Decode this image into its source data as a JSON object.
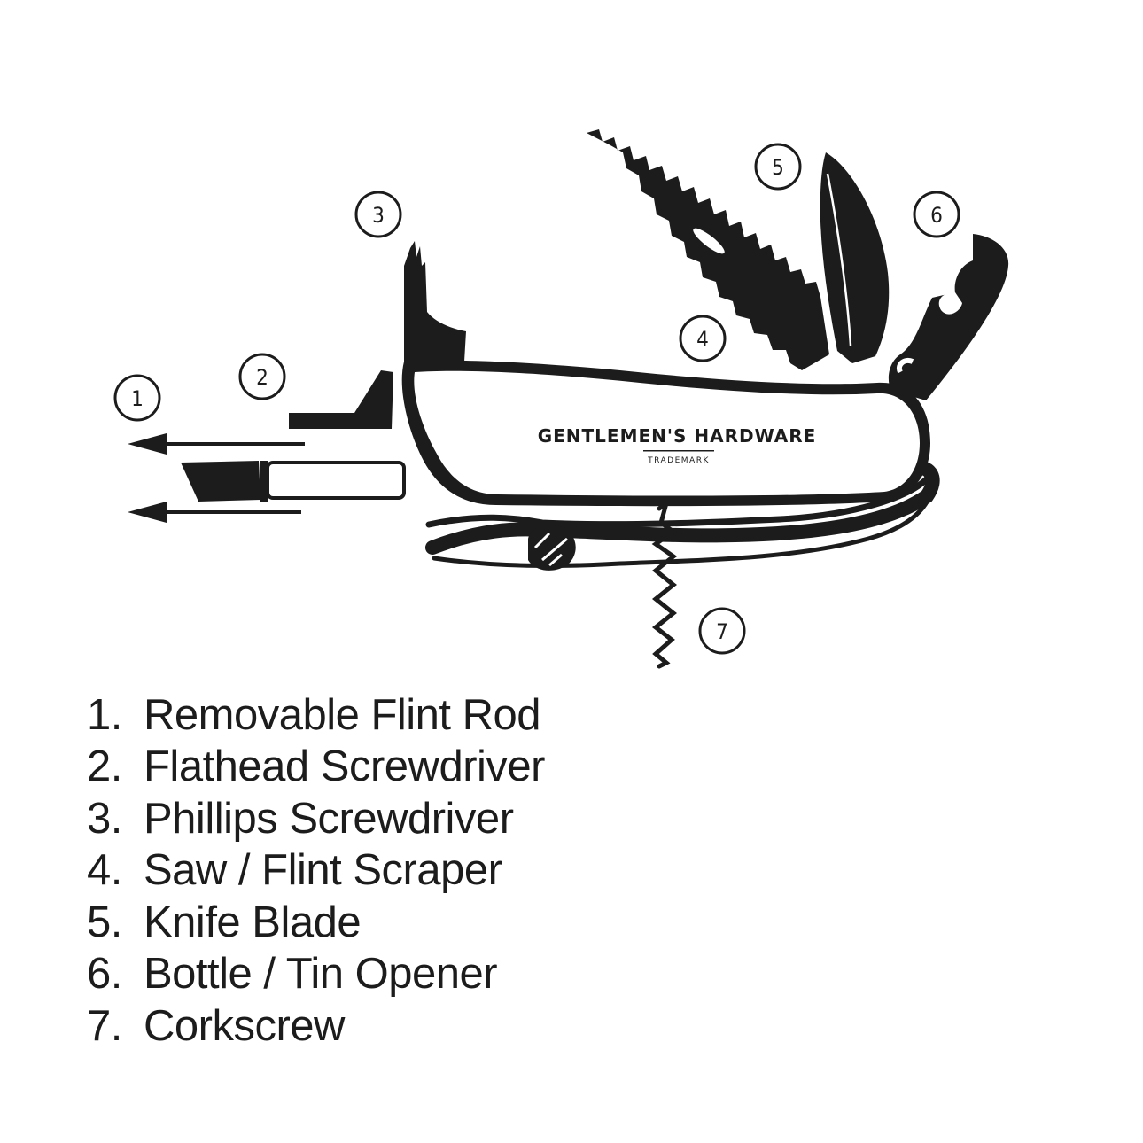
{
  "diagram": {
    "brand_name": "GENTLEMEN'S HARDWARE",
    "brand_sub": "TRADEMARK",
    "callouts": [
      "1",
      "2",
      "3",
      "4",
      "5",
      "6",
      "7"
    ]
  },
  "legend": [
    {
      "num": "1.",
      "label": "Removable Flint Rod"
    },
    {
      "num": "2.",
      "label": "Flathead Screwdriver"
    },
    {
      "num": "3.",
      "label": "Phillips Screwdriver"
    },
    {
      "num": "4.",
      "label": "Saw / Flint Scraper"
    },
    {
      "num": "5.",
      "label": "Knife Blade"
    },
    {
      "num": "6.",
      "label": "Bottle / Tin Opener"
    },
    {
      "num": "7.",
      "label": "Corkscrew"
    }
  ],
  "colors": {
    "ink": "#1c1c1c",
    "background": "#ffffff"
  }
}
